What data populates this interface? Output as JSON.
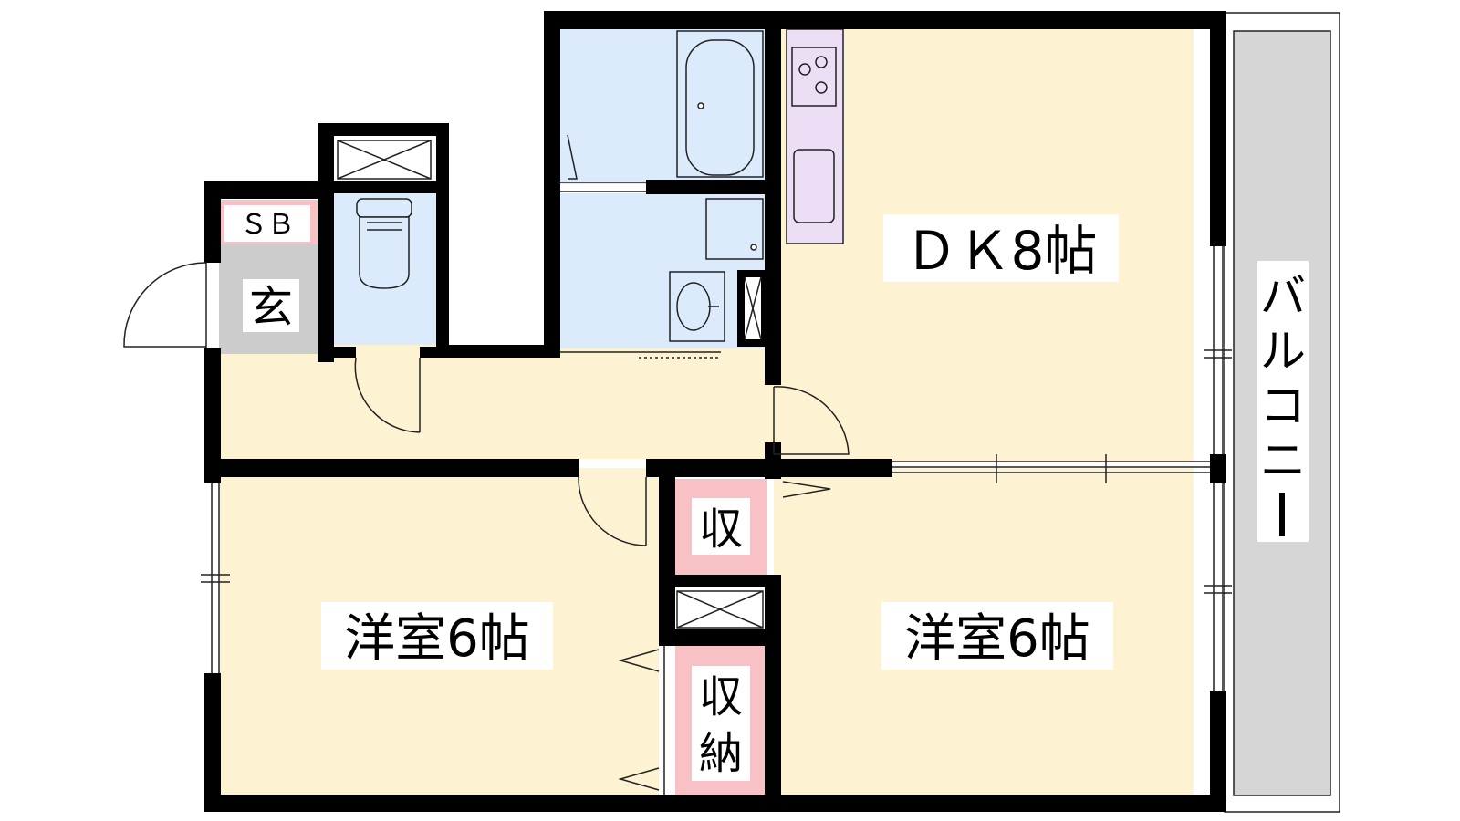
{
  "floorplan": {
    "labels": {
      "shoebox": "ＳＢ",
      "entrance": "玄",
      "dk": "ＤＫ8帖",
      "western_room_left": "洋室6帖",
      "western_room_right": "洋室6帖",
      "storage_small": "収",
      "storage_large_line1": "収",
      "storage_large_line2": "納",
      "balcony": [
        "バ",
        "ル",
        "コ",
        "ニ",
        "ー"
      ]
    },
    "fixtures": [
      "bathtub",
      "toilet",
      "washbasin",
      "washing-machine-pan",
      "stove-burners",
      "kitchen-sink"
    ],
    "colors": {
      "wall": "#000000",
      "dk_floor": "#fdf2d1",
      "wet_area": "#dcebfb",
      "kitchen_counter": "#ecdff5",
      "storage": "#f7c1c5",
      "entrance": "#cccccc",
      "balcony": "#d6d6d6"
    }
  }
}
